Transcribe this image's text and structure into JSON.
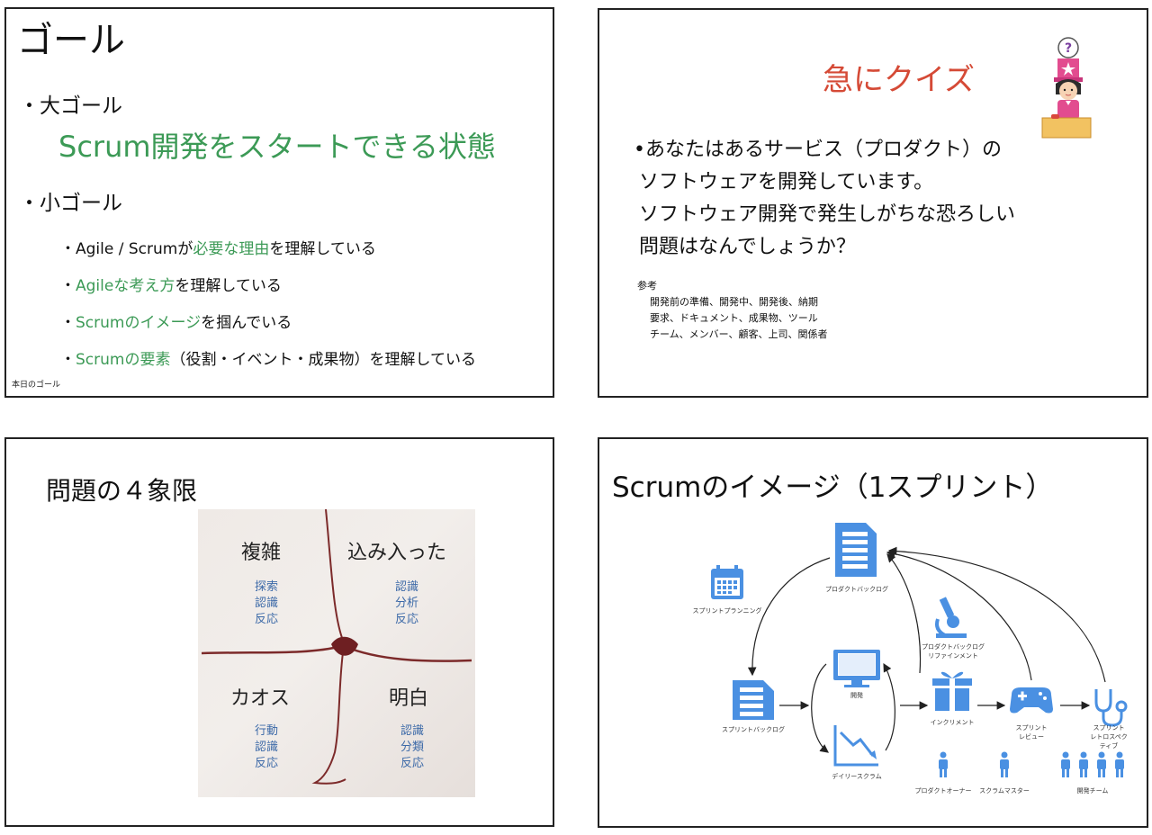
{
  "slide1": {
    "title": "ゴール",
    "big_goal": "・大ゴール",
    "main_goal": "Scrum開発をスタートできる状態",
    "small_goal": "・小ゴール",
    "items": [
      {
        "pre": "・Agile / Scrumが",
        "green": "必要な理由",
        "post": "を理解している"
      },
      {
        "pre": "・",
        "green": "Agileな考え方",
        "post": "を理解している"
      },
      {
        "pre": "・",
        "green": "Scrumのイメージ",
        "post": "を掴んでいる"
      },
      {
        "pre": "・",
        "green": "Scrumの要素",
        "post": "（役割・イベント・成果物）を理解している"
      }
    ],
    "footer": "本日のゴール"
  },
  "slide2": {
    "title": "急にクイズ",
    "question": [
      "•あなたはあるサービス（プロダクト）の",
      "ソフトウェアを開発しています。",
      "ソフトウェア開発で発生しがちな恐ろしい",
      "問題はなんでしょうか？"
    ],
    "ref_label": "参考",
    "ref_lines": [
      "開発前の準備、開発中、開発後、納期",
      "要求、ドキュメント、成果物、ツール",
      "チーム、メンバー、顧客、上司、関係者"
    ],
    "colors": {
      "title": "#d54a36"
    }
  },
  "slide3": {
    "title": "問題の４象限",
    "quadrants": [
      {
        "name": "複雑",
        "actions": [
          "探索",
          "認識",
          "反応"
        ]
      },
      {
        "name": "込み入った",
        "actions": [
          "認識",
          "分析",
          "反応"
        ]
      },
      {
        "name": "カオス",
        "actions": [
          "行動",
          "認識",
          "反応"
        ]
      },
      {
        "name": "明白",
        "actions": [
          "認識",
          "分類",
          "反応"
        ]
      }
    ]
  },
  "slide4": {
    "title": "Scrumのイメージ（1スプリント）",
    "labels": {
      "product_backlog": "プロダクトバックログ",
      "sprint_planning": "スプリントプランニング",
      "refinement": "プロダクトバックログ\nリファインメント",
      "sprint_backlog": "スプリントバックログ",
      "development": "開発",
      "daily_scrum": "デイリースクラム",
      "increment": "インクリメント",
      "sprint_review": "スプリント\nレビュー",
      "retrospective": "スプリント\nレトロスペクティブ",
      "product_owner": "プロダクトオーナー",
      "scrum_master": "スクラムマスター",
      "dev_team": "開発チーム"
    },
    "colors": {
      "icon": "#4a90e2"
    }
  }
}
